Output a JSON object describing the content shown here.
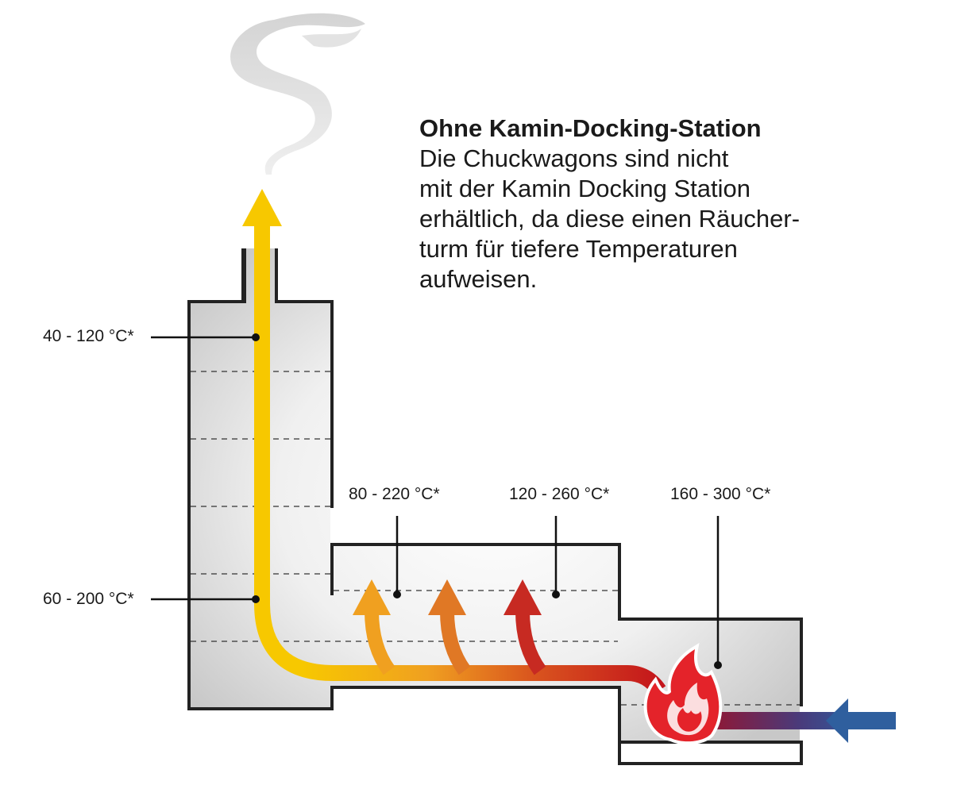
{
  "info": {
    "title": "Ohne Kamin-Docking-Station",
    "body_lines": [
      "Die Chuckwagons sind nicht",
      "mit der Kamin Docking Station",
      "erhältlich, da diese einen Räucher-",
      "turm für tiefere Temperaturen",
      "aufweisen."
    ]
  },
  "labels": {
    "chimney_top": "40 - 120 °C*",
    "chimney_bottom": "60 - 200 °C*",
    "chamber_left": "80 - 220 °C*",
    "chamber_right": "120 - 260 °C*",
    "firebox": "160 - 300 °C*"
  },
  "colors": {
    "smoke_flow": "#f7c800",
    "hot_flow": "#c4161c",
    "intake_air": "#2f5f9e",
    "flame": "#e4232a",
    "housing_fill": "#d6d6d6",
    "outline": "#222222"
  },
  "icons": {
    "fire": "flame-icon",
    "smoke": "smoke-plume-icon"
  }
}
